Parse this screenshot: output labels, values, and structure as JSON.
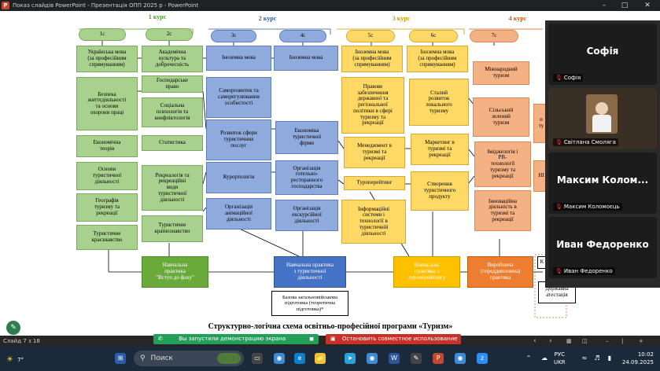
{
  "window": {
    "title": "Показ слайдів PowerPoint  -  Презентація ОПП 2025 р  -  PowerPoint",
    "app_icon": "powerpoint-icon",
    "controls": [
      "minimize-icon",
      "restore-icon",
      "close-icon"
    ]
  },
  "slide": {
    "courses": [
      "1 курс",
      "2 курс",
      "3 курс",
      "4 курс"
    ],
    "semesters": [
      "1с",
      "2с",
      "3с",
      "4с",
      "5с",
      "6с",
      "7с"
    ],
    "boxes": {
      "b1": "Українська мова\n(за професійним\nспрямуванням)",
      "b2": "Академічна\nкультура та\nдоброчесність",
      "b3": "Господарське\nправо",
      "b4": "Безпека\nжиттєдіяльності\nта основи\nохорони праці",
      "b5": "Соціальна\nпсихологія та\nконфліктологія",
      "b6": "Економічна\nтеорія",
      "b7": "Статистика",
      "b8": "Основи\nтуристичної\nдіяльності",
      "b9": "Рекреалогія та\nрекреаційні\nвиди\nтуристичної\nдіяльності",
      "b10": "Географія\nтуризму та\nрекреації",
      "b11": "Туристичне\nкраїнознавство",
      "b12": "Туристичне\nкраєзнавство",
      "b13": "Іноземна мова",
      "b14": "Іноземна мова",
      "b15": "Саморозвиток та\nсаморегулювання\nособистості",
      "b16": "Розвиток сфери\nтуристичних\nпослуг",
      "b17": "Економіка\nтуристичної\nфірми",
      "b18": "Курортологія",
      "b19": "Організація\nготельно-\nресторанного\nгосподарства",
      "b20": "Організація\nанімаційної\nдіяльності",
      "b21": "Організація\nекскурсійної\nдіяльності",
      "b22": "Іноземна мова\n(за професійним\nспрямуванням)",
      "b23": "Іноземна мова\n(за професійним\nспрямуванням)",
      "b24": "Правове\nзабезпечення\nдержавної та\nрегіональної\nполітики в сфері\nтуризму та\nрекреації",
      "b25": "Сталий\nрозвиток\nлокального\nтуризму",
      "b26": "Менеджмент в\nтуризмі та\nрекреації",
      "b27": "Маркетинг в\nтуризмі та\nрекреації",
      "b28": "Туроперейтинг",
      "b29": "Створення\nтуристичного\nпродукту",
      "b30": "Інформаційні\nсистеми і\nтехнології в\nтуристичній\nдіяльності",
      "b31": "Міжнародний\nтуризм",
      "b32": "Сільський\nзелений\nтуризм",
      "b33": "Іміджелогія і\nPR-\nтехнології\nтуризму та\nрекреації",
      "b34": "Інноваційна\nдіяльність в\nтуризмі та\nрекреації",
      "b35": "п\nту",
      "b36": "НІ"
    },
    "practices": {
      "p1": "Навчальна\nпрактика\n\"Вступ до фаху\"",
      "p2": "Навчальна практика\nз туристичної\nдіяльності",
      "p3": "Навчальна\nпрактика з\nтуроперейтингу",
      "p4": "Виробнича\n(переддипломна)\nпрактика",
      "p5": "К",
      "p6": "Державна\nатестація"
    },
    "note": "Базова загальновійськова\nпідготовка (теоретична\nпідготовка)*",
    "caption": "Структурно-логічна схема освітньо-професійної програми «Туризм»"
  },
  "participants": [
    {
      "display": "Софія",
      "name": "Софія"
    },
    {
      "display": "",
      "name": "Світлана Смоляга"
    },
    {
      "display": "Максим  Колом...",
      "name": "Максим Коломоєць"
    },
    {
      "display": "Иван Федоренко",
      "name": "Иван Федоренко"
    }
  ],
  "statusbar": {
    "slide_counter": "Слайд 7 з 18",
    "share_notice": "Вы запустили демонстрацию экрана",
    "stop_share": "Остановить совместное использование",
    "zoom_buttons": [
      "chevron-left-icon",
      "chevron-right-icon",
      "minus-icon",
      "plus-icon"
    ]
  },
  "taskbar": {
    "search_placeholder": "Поиск",
    "weather_temp": "7°",
    "lang_top": "РУС",
    "lang_bottom": "UKR",
    "time": "10:02",
    "date": "24.09.2025"
  }
}
